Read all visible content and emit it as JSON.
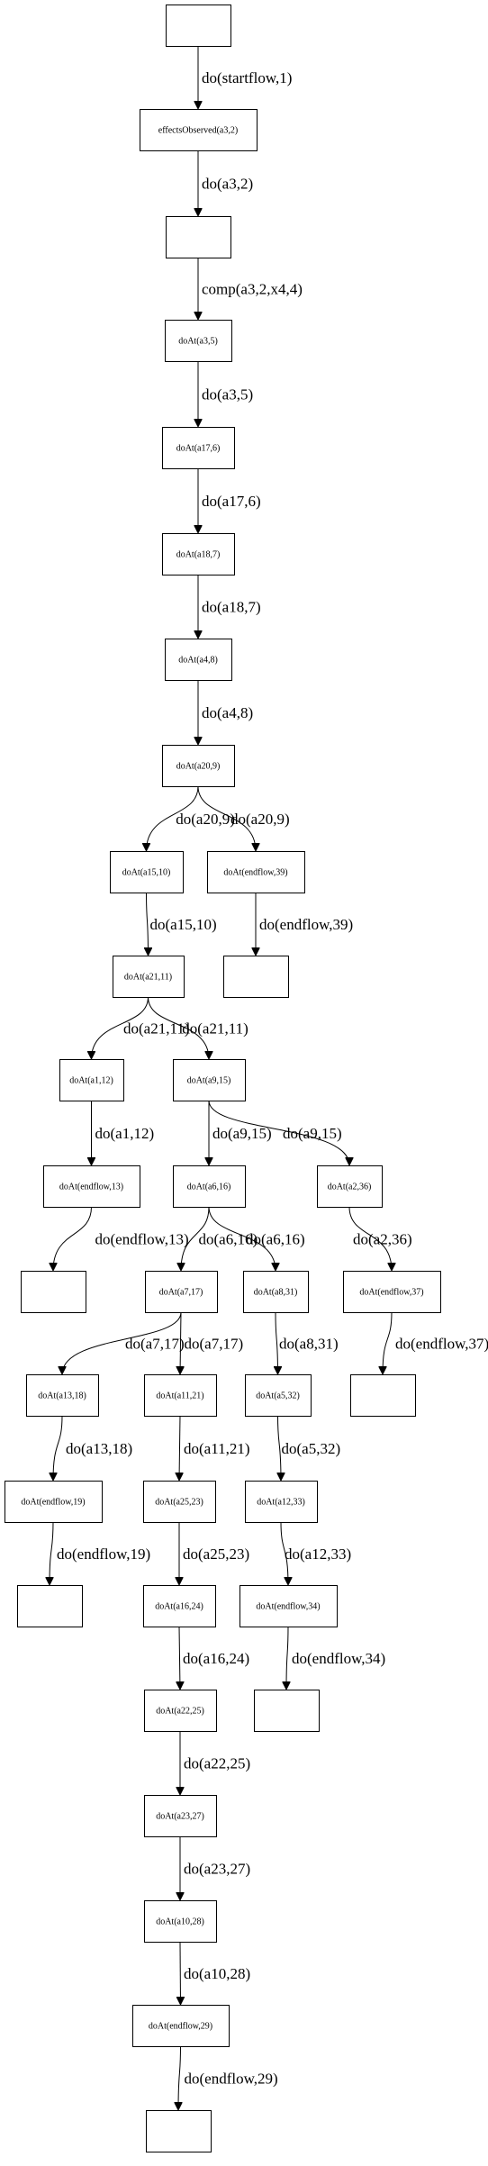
{
  "nodes": [
    {
      "id": "n0",
      "label": ""
    },
    {
      "id": "n1",
      "label": "effectsObserved(a3,2)"
    },
    {
      "id": "n2",
      "label": ""
    },
    {
      "id": "n3",
      "label": "doAt(a3,5)"
    },
    {
      "id": "n4",
      "label": "doAt(a17,6)"
    },
    {
      "id": "n5",
      "label": "doAt(a18,7)"
    },
    {
      "id": "n6",
      "label": "doAt(a4,8)"
    },
    {
      "id": "n7",
      "label": "doAt(a20,9)"
    },
    {
      "id": "n8",
      "label": "doAt(a15,10)"
    },
    {
      "id": "n9",
      "label": "doAt(endflow,39)"
    },
    {
      "id": "n10",
      "label": "doAt(a21,11)"
    },
    {
      "id": "n11",
      "label": ""
    },
    {
      "id": "n12",
      "label": "doAt(a1,12)"
    },
    {
      "id": "n13",
      "label": "doAt(a9,15)"
    },
    {
      "id": "n14",
      "label": "doAt(endflow,13)"
    },
    {
      "id": "n15",
      "label": "doAt(a6,16)"
    },
    {
      "id": "n16",
      "label": "doAt(a2,36)"
    },
    {
      "id": "n17",
      "label": ""
    },
    {
      "id": "n18",
      "label": "doAt(a7,17)"
    },
    {
      "id": "n19",
      "label": "doAt(a8,31)"
    },
    {
      "id": "n20",
      "label": "doAt(endflow,37)"
    },
    {
      "id": "n21",
      "label": "doAt(a13,18)"
    },
    {
      "id": "n22",
      "label": "doAt(a11,21)"
    },
    {
      "id": "n23",
      "label": "doAt(a5,32)"
    },
    {
      "id": "n24",
      "label": ""
    },
    {
      "id": "n25",
      "label": "doAt(endflow,19)"
    },
    {
      "id": "n26",
      "label": "doAt(a25,23)"
    },
    {
      "id": "n27",
      "label": "doAt(a12,33)"
    },
    {
      "id": "n28",
      "label": ""
    },
    {
      "id": "n29",
      "label": "doAt(a16,24)"
    },
    {
      "id": "n30",
      "label": "doAt(endflow,34)"
    },
    {
      "id": "n31",
      "label": "doAt(a22,25)"
    },
    {
      "id": "n32",
      "label": ""
    },
    {
      "id": "n33",
      "label": "doAt(a23,27)"
    },
    {
      "id": "n34",
      "label": "doAt(a10,28)"
    },
    {
      "id": "n35",
      "label": "doAt(endflow,29)"
    },
    {
      "id": "n36",
      "label": ""
    }
  ],
  "edges": [
    {
      "from": "n0",
      "to": "n1",
      "label": "do(startflow,1)"
    },
    {
      "from": "n1",
      "to": "n2",
      "label": "do(a3,2)"
    },
    {
      "from": "n2",
      "to": "n3",
      "label": "comp(a3,2,x4,4)"
    },
    {
      "from": "n3",
      "to": "n4",
      "label": "do(a3,5)"
    },
    {
      "from": "n4",
      "to": "n5",
      "label": "do(a17,6)"
    },
    {
      "from": "n5",
      "to": "n6",
      "label": "do(a18,7)"
    },
    {
      "from": "n6",
      "to": "n7",
      "label": "do(a4,8)"
    },
    {
      "from": "n7",
      "to": "n8",
      "label": "do(a20,9)"
    },
    {
      "from": "n7",
      "to": "n9",
      "label": "do(a20,9)"
    },
    {
      "from": "n8",
      "to": "n10",
      "label": "do(a15,10)"
    },
    {
      "from": "n9",
      "to": "n11",
      "label": "do(endflow,39)"
    },
    {
      "from": "n10",
      "to": "n12",
      "label": "do(a21,11)"
    },
    {
      "from": "n10",
      "to": "n13",
      "label": "do(a21,11)"
    },
    {
      "from": "n12",
      "to": "n14",
      "label": "do(a1,12)"
    },
    {
      "from": "n13",
      "to": "n15",
      "label": "do(a9,15)"
    },
    {
      "from": "n13",
      "to": "n16",
      "label": "do(a9,15)"
    },
    {
      "from": "n14",
      "to": "n17",
      "label": "do(endflow,13)"
    },
    {
      "from": "n15",
      "to": "n18",
      "label": "do(a6,16)"
    },
    {
      "from": "n15",
      "to": "n19",
      "label": "do(a6,16)"
    },
    {
      "from": "n16",
      "to": "n20",
      "label": "do(a2,36)"
    },
    {
      "from": "n18",
      "to": "n21",
      "label": "do(a7,17)"
    },
    {
      "from": "n18",
      "to": "n22",
      "label": "do(a7,17)"
    },
    {
      "from": "n19",
      "to": "n23",
      "label": "do(a8,31)"
    },
    {
      "from": "n20",
      "to": "n24",
      "label": "do(endflow,37)"
    },
    {
      "from": "n21",
      "to": "n25",
      "label": "do(a13,18)"
    },
    {
      "from": "n22",
      "to": "n26",
      "label": "do(a11,21)"
    },
    {
      "from": "n23",
      "to": "n27",
      "label": "do(a5,32)"
    },
    {
      "from": "n25",
      "to": "n28",
      "label": "do(endflow,19)"
    },
    {
      "from": "n26",
      "to": "n29",
      "label": "do(a25,23)"
    },
    {
      "from": "n27",
      "to": "n30",
      "label": "do(a12,33)"
    },
    {
      "from": "n29",
      "to": "n31",
      "label": "do(a16,24)"
    },
    {
      "from": "n30",
      "to": "n32",
      "label": "do(endflow,34)"
    },
    {
      "from": "n31",
      "to": "n33",
      "label": "do(a22,25)"
    },
    {
      "from": "n33",
      "to": "n34",
      "label": "do(a23,27)"
    },
    {
      "from": "n34",
      "to": "n35",
      "label": "do(a10,28)"
    },
    {
      "from": "n35",
      "to": "n36",
      "label": "do(endflow,29)"
    }
  ]
}
